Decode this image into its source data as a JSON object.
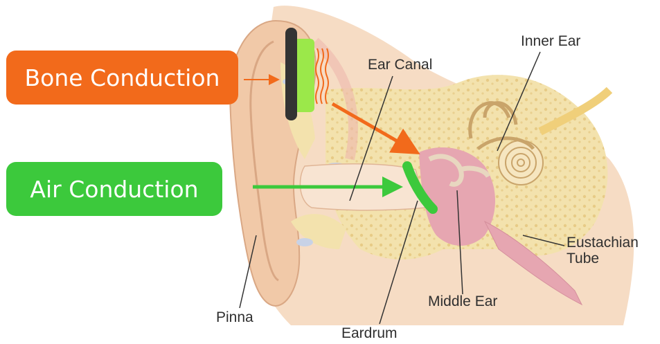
{
  "callouts": {
    "bone_conduction": "Bone Conduction",
    "air_conduction": "Air Conduction"
  },
  "labels": {
    "ear_canal": "Ear Canal",
    "inner_ear": "Inner Ear",
    "eustachian_tube_line1": "Eustachian",
    "eustachian_tube_line2": "Tube",
    "middle_ear": "Middle Ear",
    "pinna": "Pinna",
    "eardrum": "Eardrum"
  },
  "colors": {
    "bone_conduction": "#f26a1b",
    "air_conduction": "#3cc93c",
    "skin": "#f6dcc4",
    "bone": "#f3e2ad",
    "cavity": "#e6a6b1",
    "vibration_device": "#333333",
    "device_pad": "#9be84a"
  }
}
